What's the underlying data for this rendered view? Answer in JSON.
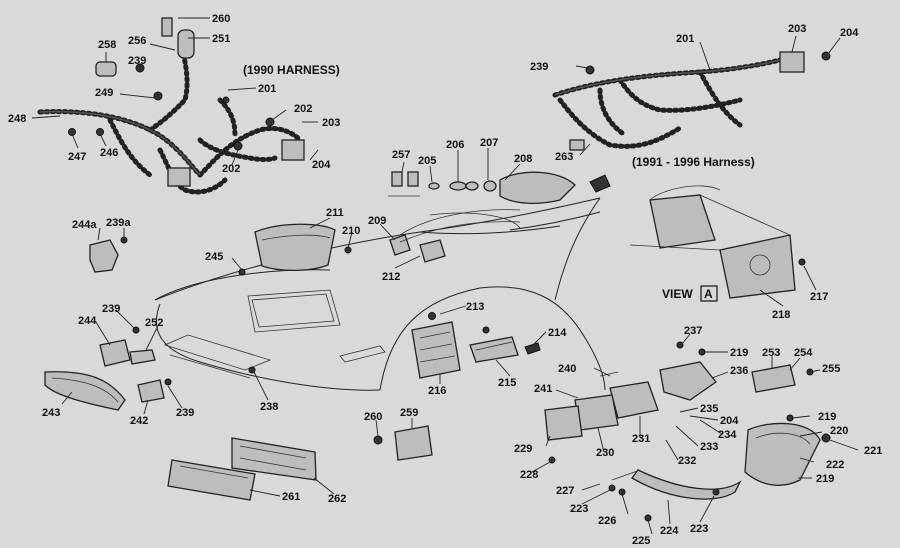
{
  "titles": {
    "harness_1990": "(1990 HARNESS)",
    "harness_1991_1996": "(1991 - 1996 Harness)",
    "view_word": "VIEW",
    "view_letter": "A"
  },
  "callouts": [
    "260",
    "251",
    "258",
    "256",
    "239",
    "249",
    "248",
    "247",
    "246",
    "201",
    "202",
    "203",
    "204",
    "202",
    "201",
    "239",
    "203",
    "204",
    "263",
    "257",
    "205",
    "206",
    "207",
    "208",
    "211",
    "210",
    "209",
    "212",
    "244a",
    "239a",
    "245",
    "239",
    "244",
    "252",
    "243",
    "242",
    "239",
    "238",
    "213",
    "214",
    "216",
    "215",
    "218",
    "217",
    "260",
    "259",
    "261",
    "262",
    "237",
    "219",
    "253",
    "254",
    "255",
    "236",
    "240",
    "241",
    "229",
    "230",
    "231",
    "235",
    "204",
    "234",
    "233",
    "232",
    "228",
    "227",
    "223",
    "226",
    "224",
    "225",
    "223",
    "219",
    "220",
    "221",
    "222",
    "219"
  ]
}
